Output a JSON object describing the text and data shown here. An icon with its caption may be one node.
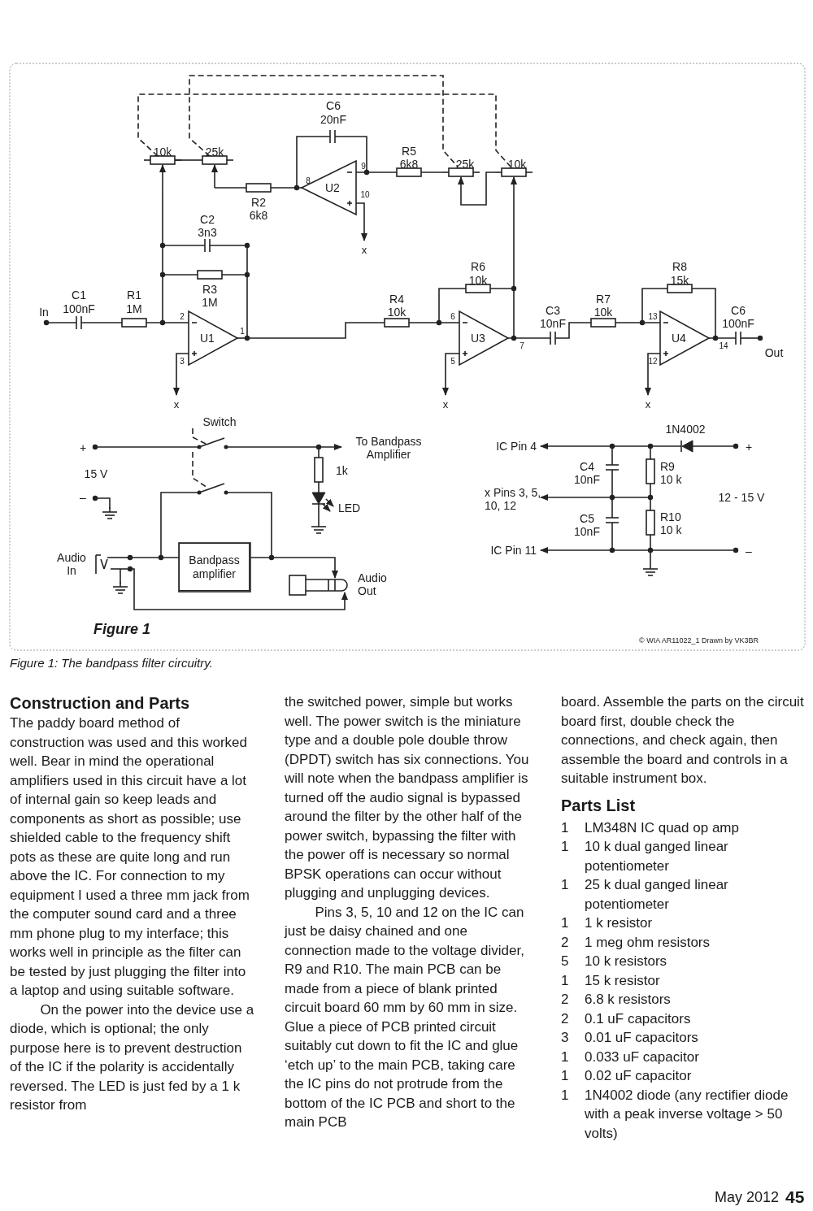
{
  "diagram": {
    "caption": "Figure 1: The bandpass filter circuitry.",
    "nodes": [
      {
        "text": [
          "Bandpass amplifier"
        ]
      }
    ],
    "edges": [],
    "labels": [
      "C6",
      "20nF",
      "10k",
      "25k",
      "R5",
      "6k8",
      "25k",
      "10k",
      "8",
      "9",
      "10",
      "R2",
      "6k8",
      "x",
      "C2",
      "3n3",
      "R6",
      "10k",
      "R8",
      "15k",
      "C1",
      "100nF",
      "R1",
      "1M",
      "R3",
      "1M",
      "In",
      "R4",
      "10k",
      "C3",
      "10nF",
      "R7",
      "10k",
      "C6",
      "100nF",
      "2",
      "1",
      "3",
      "6",
      "7",
      "5",
      "13",
      "14",
      "12",
      "Out",
      "x",
      "x",
      "x",
      "Switch",
      "1N4002",
      "+",
      "To Bandpass Amplifier",
      "IC Pin 4",
      "+",
      "15 V",
      "1k",
      "C4",
      "10nF",
      "R9",
      "10 k",
      "–",
      "LED",
      "x Pins 3, 5, 10, 12",
      "12 - 15 V",
      "C5",
      "10nF",
      "R10",
      "10 k",
      "Audio In",
      "IC Pin 11",
      "–",
      "Audio Out",
      "Figure 1",
      "© WIA AR11022_1 Drawn by VK3BR",
      "U2",
      "U1",
      "U3",
      "U4",
      "Construction and Parts",
      "The paddy board method of construction was used and this worked well. Bear in mind the operational amplifiers used in this circuit have a lot of internal gain so keep leads and components as short as possible; use shielded cable to the frequency shift pots as these are quite long and run above the IC. For connection to my equipment I used a three mm jack from the computer sound card and a three mm phone plug to my interface; this works well in principle as the filter can be tested by just plugging the filter into a laptop and using suitable software.",
      "On the power into the device use a diode, which is optional; the only purpose here is to prevent destruction of the IC if the polarity is accidentally reversed. The LED is just fed by a 1 k resistor from",
      "the switched power, simple but works well. The power switch is the miniature type and a double pole double throw (DPDT) switch has six connections. You will note when the bandpass amplifier is turned off the audio signal is bypassed around the filter by the other half of the power switch, bypassing the filter with the power off is necessary so normal BPSK operations can occur without plugging and unplugging devices.",
      "Pins 3, 5, 10 and 12 on the IC can just be daisy chained and one connection made to the voltage divider, R9 and R10. The main PCB can be made from a piece of blank printed circuit board 60 mm by 60 mm in size. Glue a piece of PCB printed circuit suitably cut down to fit the IC and glue ‘etch up’ to the main PCB, taking care the IC pins do not protrude from the bottom of the IC PCB and short to the main PCB",
      "board. Assemble the parts on the circuit board first, double check the connections, and check again, then assemble the board and controls in a suitable instrument box.",
      "Parts List",
      "1",
      "LM348N IC quad op amp",
      "1",
      "10 k dual ganged linear potentiometer",
      "1",
      "25 k dual ganged linear potentiometer",
      "1",
      "1 k resistor",
      "2",
      "1 meg ohm resistors",
      "5",
      "10 k resistors",
      "1",
      "15 k resistor",
      "2",
      "6.8 k resistors",
      "2",
      "0.1 uF capacitors",
      "3",
      "0.01 uF capacitors",
      "1",
      "0.033 uF capacitor",
      "1",
      "0.02 uF capacitor",
      "1",
      "1N4002 diode (any rectifier diode with a peak inverse voltage > 50 volts)",
      "May 2012",
      "45"
    ]
  }
}
